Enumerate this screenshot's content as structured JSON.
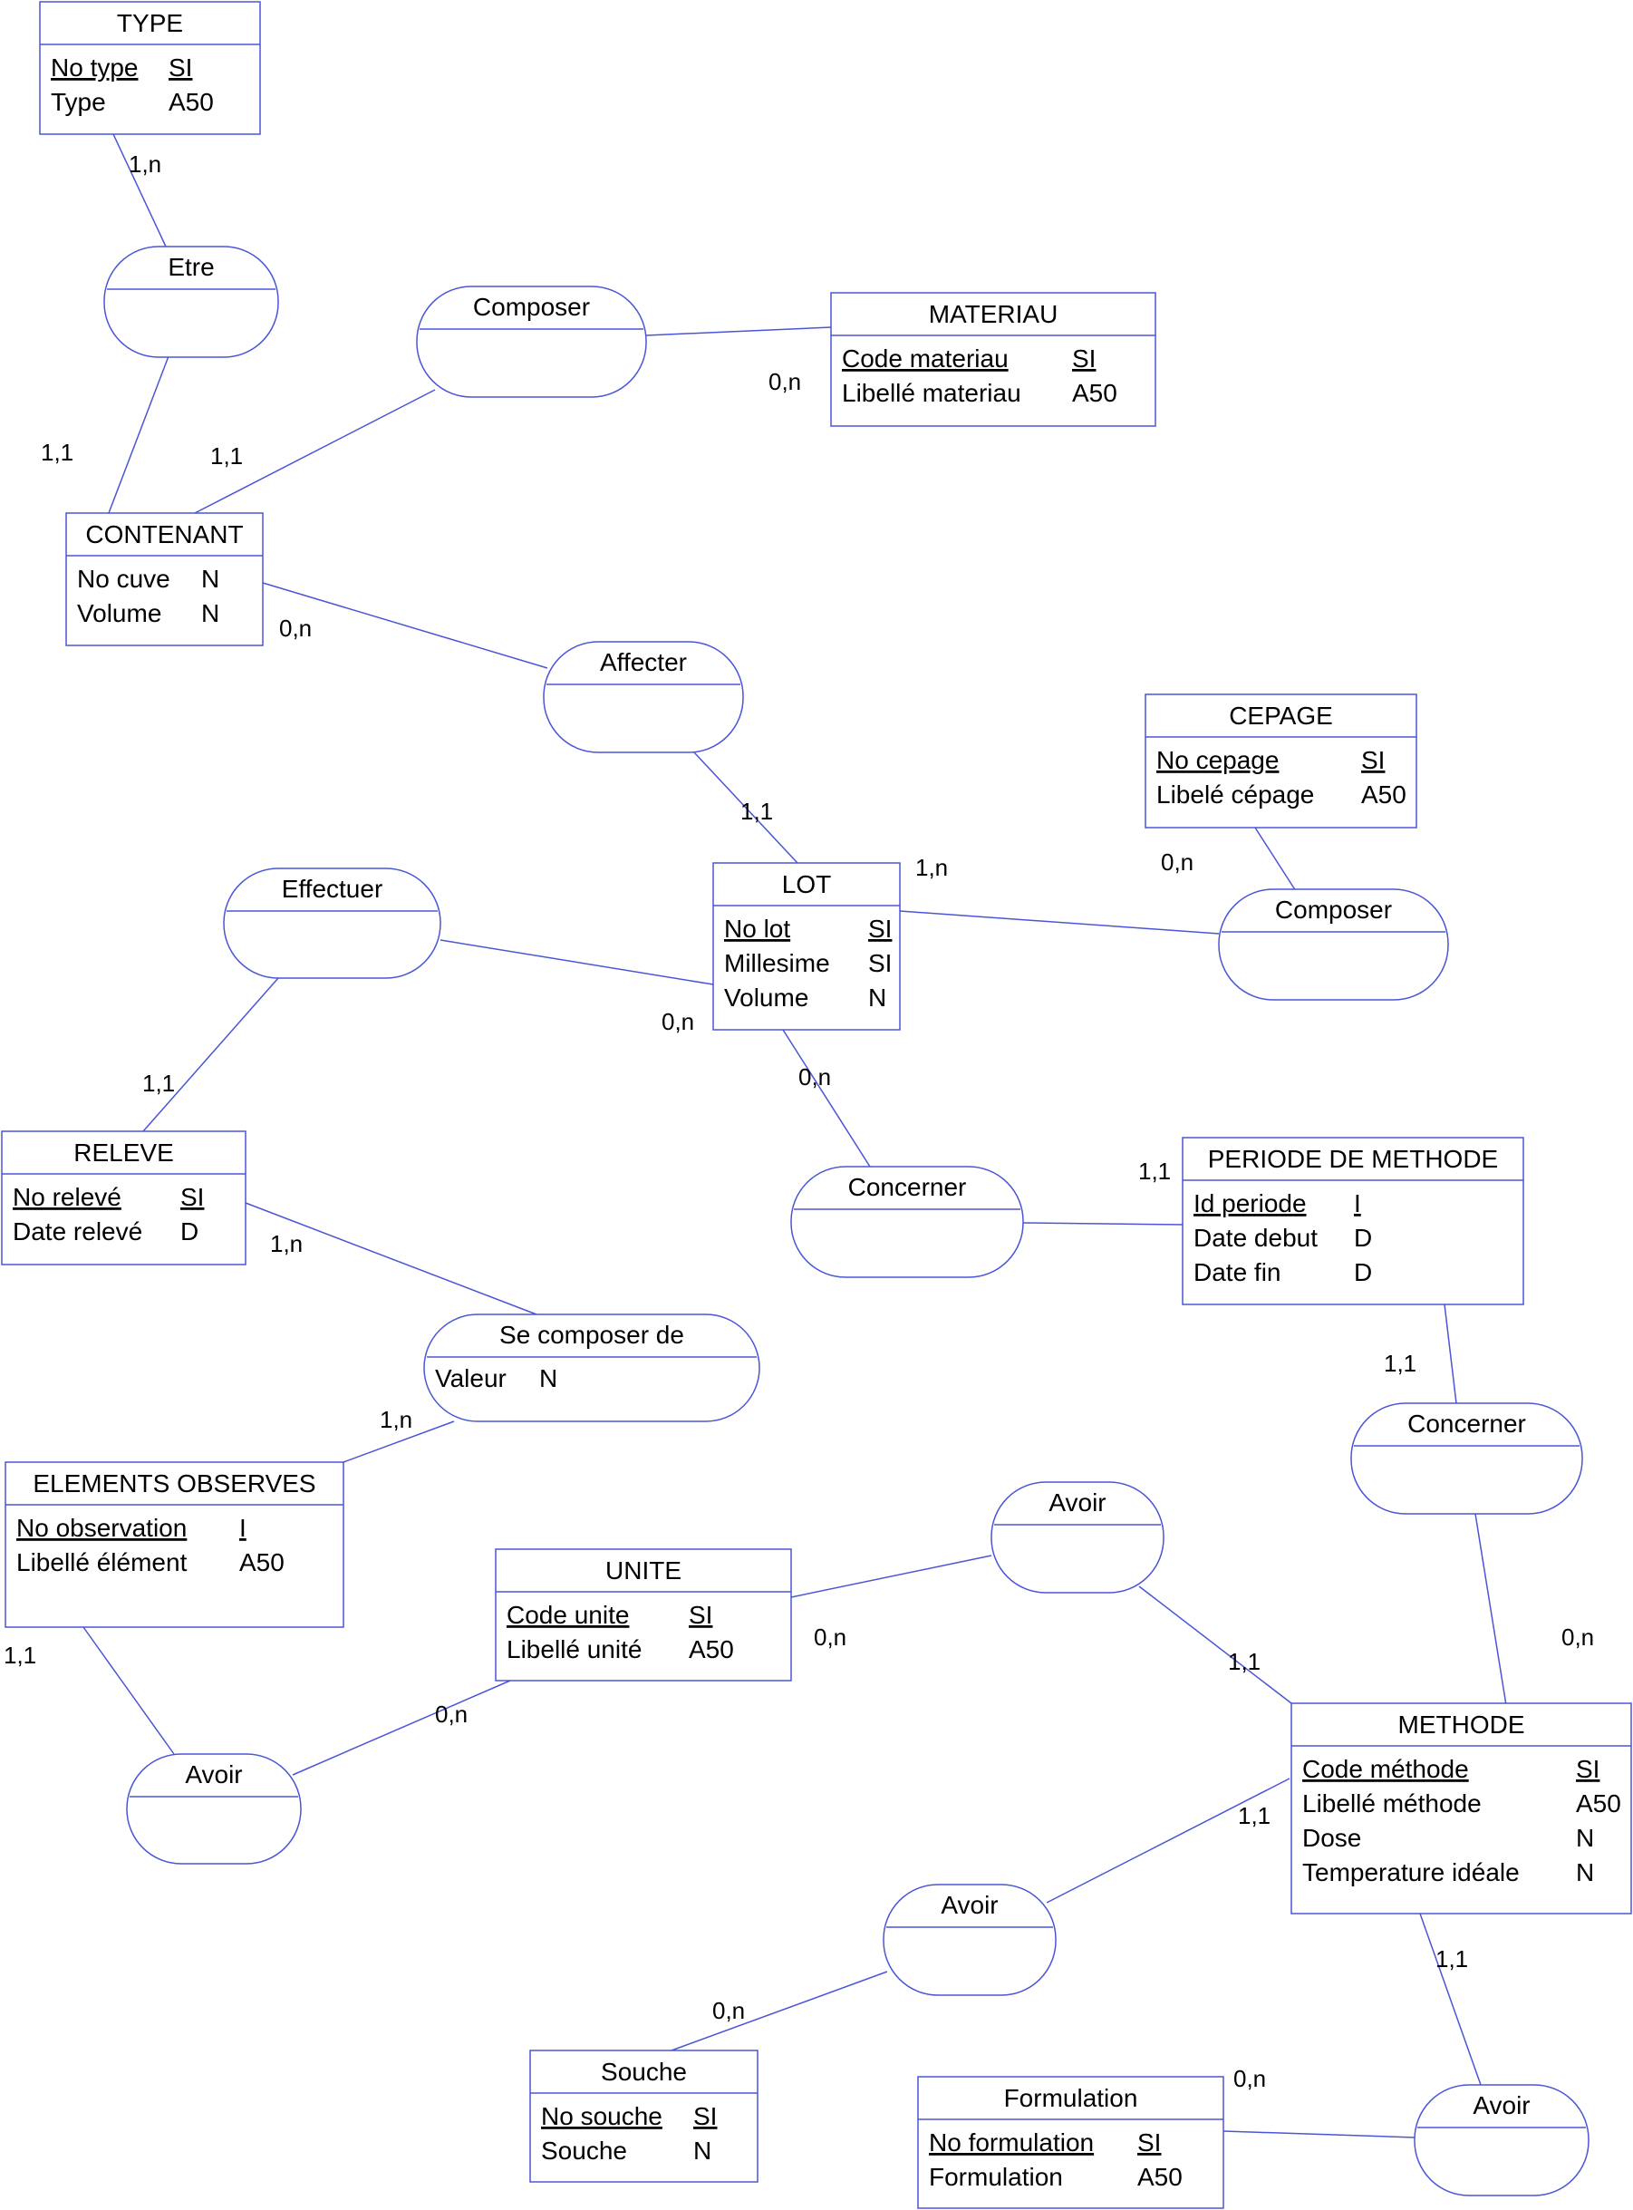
{
  "colors": {
    "line": "#4a55d8",
    "text": "#000000",
    "background": "#ffffff"
  },
  "entities": {
    "type": {
      "title": "TYPE",
      "attrs": [
        {
          "name": "No type",
          "type": "SI",
          "key": true
        },
        {
          "name": "Type",
          "type": "A50",
          "key": false
        }
      ]
    },
    "contenant": {
      "title": "CONTENANT",
      "attrs": [
        {
          "name": "No cuve",
          "type": "N",
          "key": false
        },
        {
          "name": "Volume",
          "type": "N",
          "key": false
        }
      ]
    },
    "materiau": {
      "title": "MATERIAU",
      "attrs": [
        {
          "name": "Code materiau",
          "type": "SI",
          "key": true
        },
        {
          "name": "Libellé materiau",
          "type": "A50",
          "key": false
        }
      ]
    },
    "cepage": {
      "title": "CEPAGE",
      "attrs": [
        {
          "name": "No cepage",
          "type": "SI",
          "key": true
        },
        {
          "name": "Libelé cépage",
          "type": "A50",
          "key": false
        }
      ]
    },
    "lot": {
      "title": "LOT",
      "attrs": [
        {
          "name": "No lot",
          "type": "SI",
          "key": true
        },
        {
          "name": "Millesime",
          "type": "SI",
          "key": false
        },
        {
          "name": "Volume",
          "type": "N",
          "key": false
        }
      ]
    },
    "releve": {
      "title": "RELEVE",
      "attrs": [
        {
          "name": "No relevé",
          "type": "SI",
          "key": true
        },
        {
          "name": "Date relevé",
          "type": "D",
          "key": false
        }
      ]
    },
    "periode": {
      "title": "PERIODE DE METHODE",
      "attrs": [
        {
          "name": "Id periode",
          "type": "I",
          "key": true
        },
        {
          "name": "Date debut",
          "type": "D",
          "key": false
        },
        {
          "name": "Date fin",
          "type": "D",
          "key": false
        }
      ]
    },
    "elements": {
      "title": "ELEMENTS OBSERVES",
      "attrs": [
        {
          "name": "No observation",
          "type": "I",
          "key": true
        },
        {
          "name": "Libellé élément",
          "type": "A50",
          "key": false
        }
      ]
    },
    "unite": {
      "title": "UNITE",
      "attrs": [
        {
          "name": "Code unite",
          "type": "SI",
          "key": true
        },
        {
          "name": "Libellé unité",
          "type": "A50",
          "key": false
        }
      ]
    },
    "methode": {
      "title": "METHODE",
      "attrs": [
        {
          "name": "Code méthode",
          "type": "SI",
          "key": true
        },
        {
          "name": "Libellé méthode",
          "type": "A50",
          "key": false
        },
        {
          "name": "Dose",
          "type": "N",
          "key": false
        },
        {
          "name": "Temperature idéale",
          "type": "N",
          "key": false
        }
      ]
    },
    "souche": {
      "title": "Souche",
      "attrs": [
        {
          "name": "No souche",
          "type": "SI",
          "key": true
        },
        {
          "name": "Souche",
          "type": "N",
          "key": false
        }
      ]
    },
    "formulation": {
      "title": "Formulation",
      "attrs": [
        {
          "name": "No formulation",
          "type": "SI",
          "key": true
        },
        {
          "name": "Formulation",
          "type": "A50",
          "key": false
        }
      ]
    }
  },
  "associations": {
    "etre": {
      "title": "Etre",
      "attrs": []
    },
    "composer_materiau": {
      "title": "Composer",
      "attrs": []
    },
    "affecter": {
      "title": "Affecter",
      "attrs": []
    },
    "composer_cepage": {
      "title": "Composer",
      "attrs": []
    },
    "effectuer": {
      "title": "Effectuer",
      "attrs": []
    },
    "concerner_lot": {
      "title": "Concerner",
      "attrs": []
    },
    "se_composer": {
      "title": "Se composer de",
      "attrs": [
        {
          "name": "Valeur",
          "type": "N"
        }
      ]
    },
    "concerner_periode": {
      "title": "Concerner",
      "attrs": []
    },
    "avoir_unite": {
      "title": "Avoir",
      "attrs": []
    },
    "avoir_elements": {
      "title": "Avoir",
      "attrs": []
    },
    "avoir_souche": {
      "title": "Avoir",
      "attrs": []
    },
    "avoir_formulation": {
      "title": "Avoir",
      "attrs": []
    }
  },
  "cardinalities": {
    "type_etre": "1,n",
    "contenant_etre": "1,1",
    "contenant_composer": "1,1",
    "materiau_composer": "0,n",
    "contenant_affecter": "0,n",
    "lot_affecter": "1,1",
    "lot_composer": "1,n",
    "cepage_composer": "0,n",
    "lot_effectuer": "0,n",
    "releve_effectuer": "1,1",
    "lot_concerner": "0,n",
    "periode_concerner": "1,1",
    "releve_secomposer": "1,n",
    "elements_secomposer": "1,n",
    "periode_concerner2": "1,1",
    "methode_concerner": "0,n",
    "unite_avoir": "0,n",
    "methode_avoir_unite": "1,1",
    "elements_avoir": "1,1",
    "unite_avoir_elements": "0,n",
    "methode_avoir_souche": "1,1",
    "souche_avoir": "0,n",
    "methode_avoir_formulation": "1,1",
    "formulation_avoir": "0,n"
  }
}
